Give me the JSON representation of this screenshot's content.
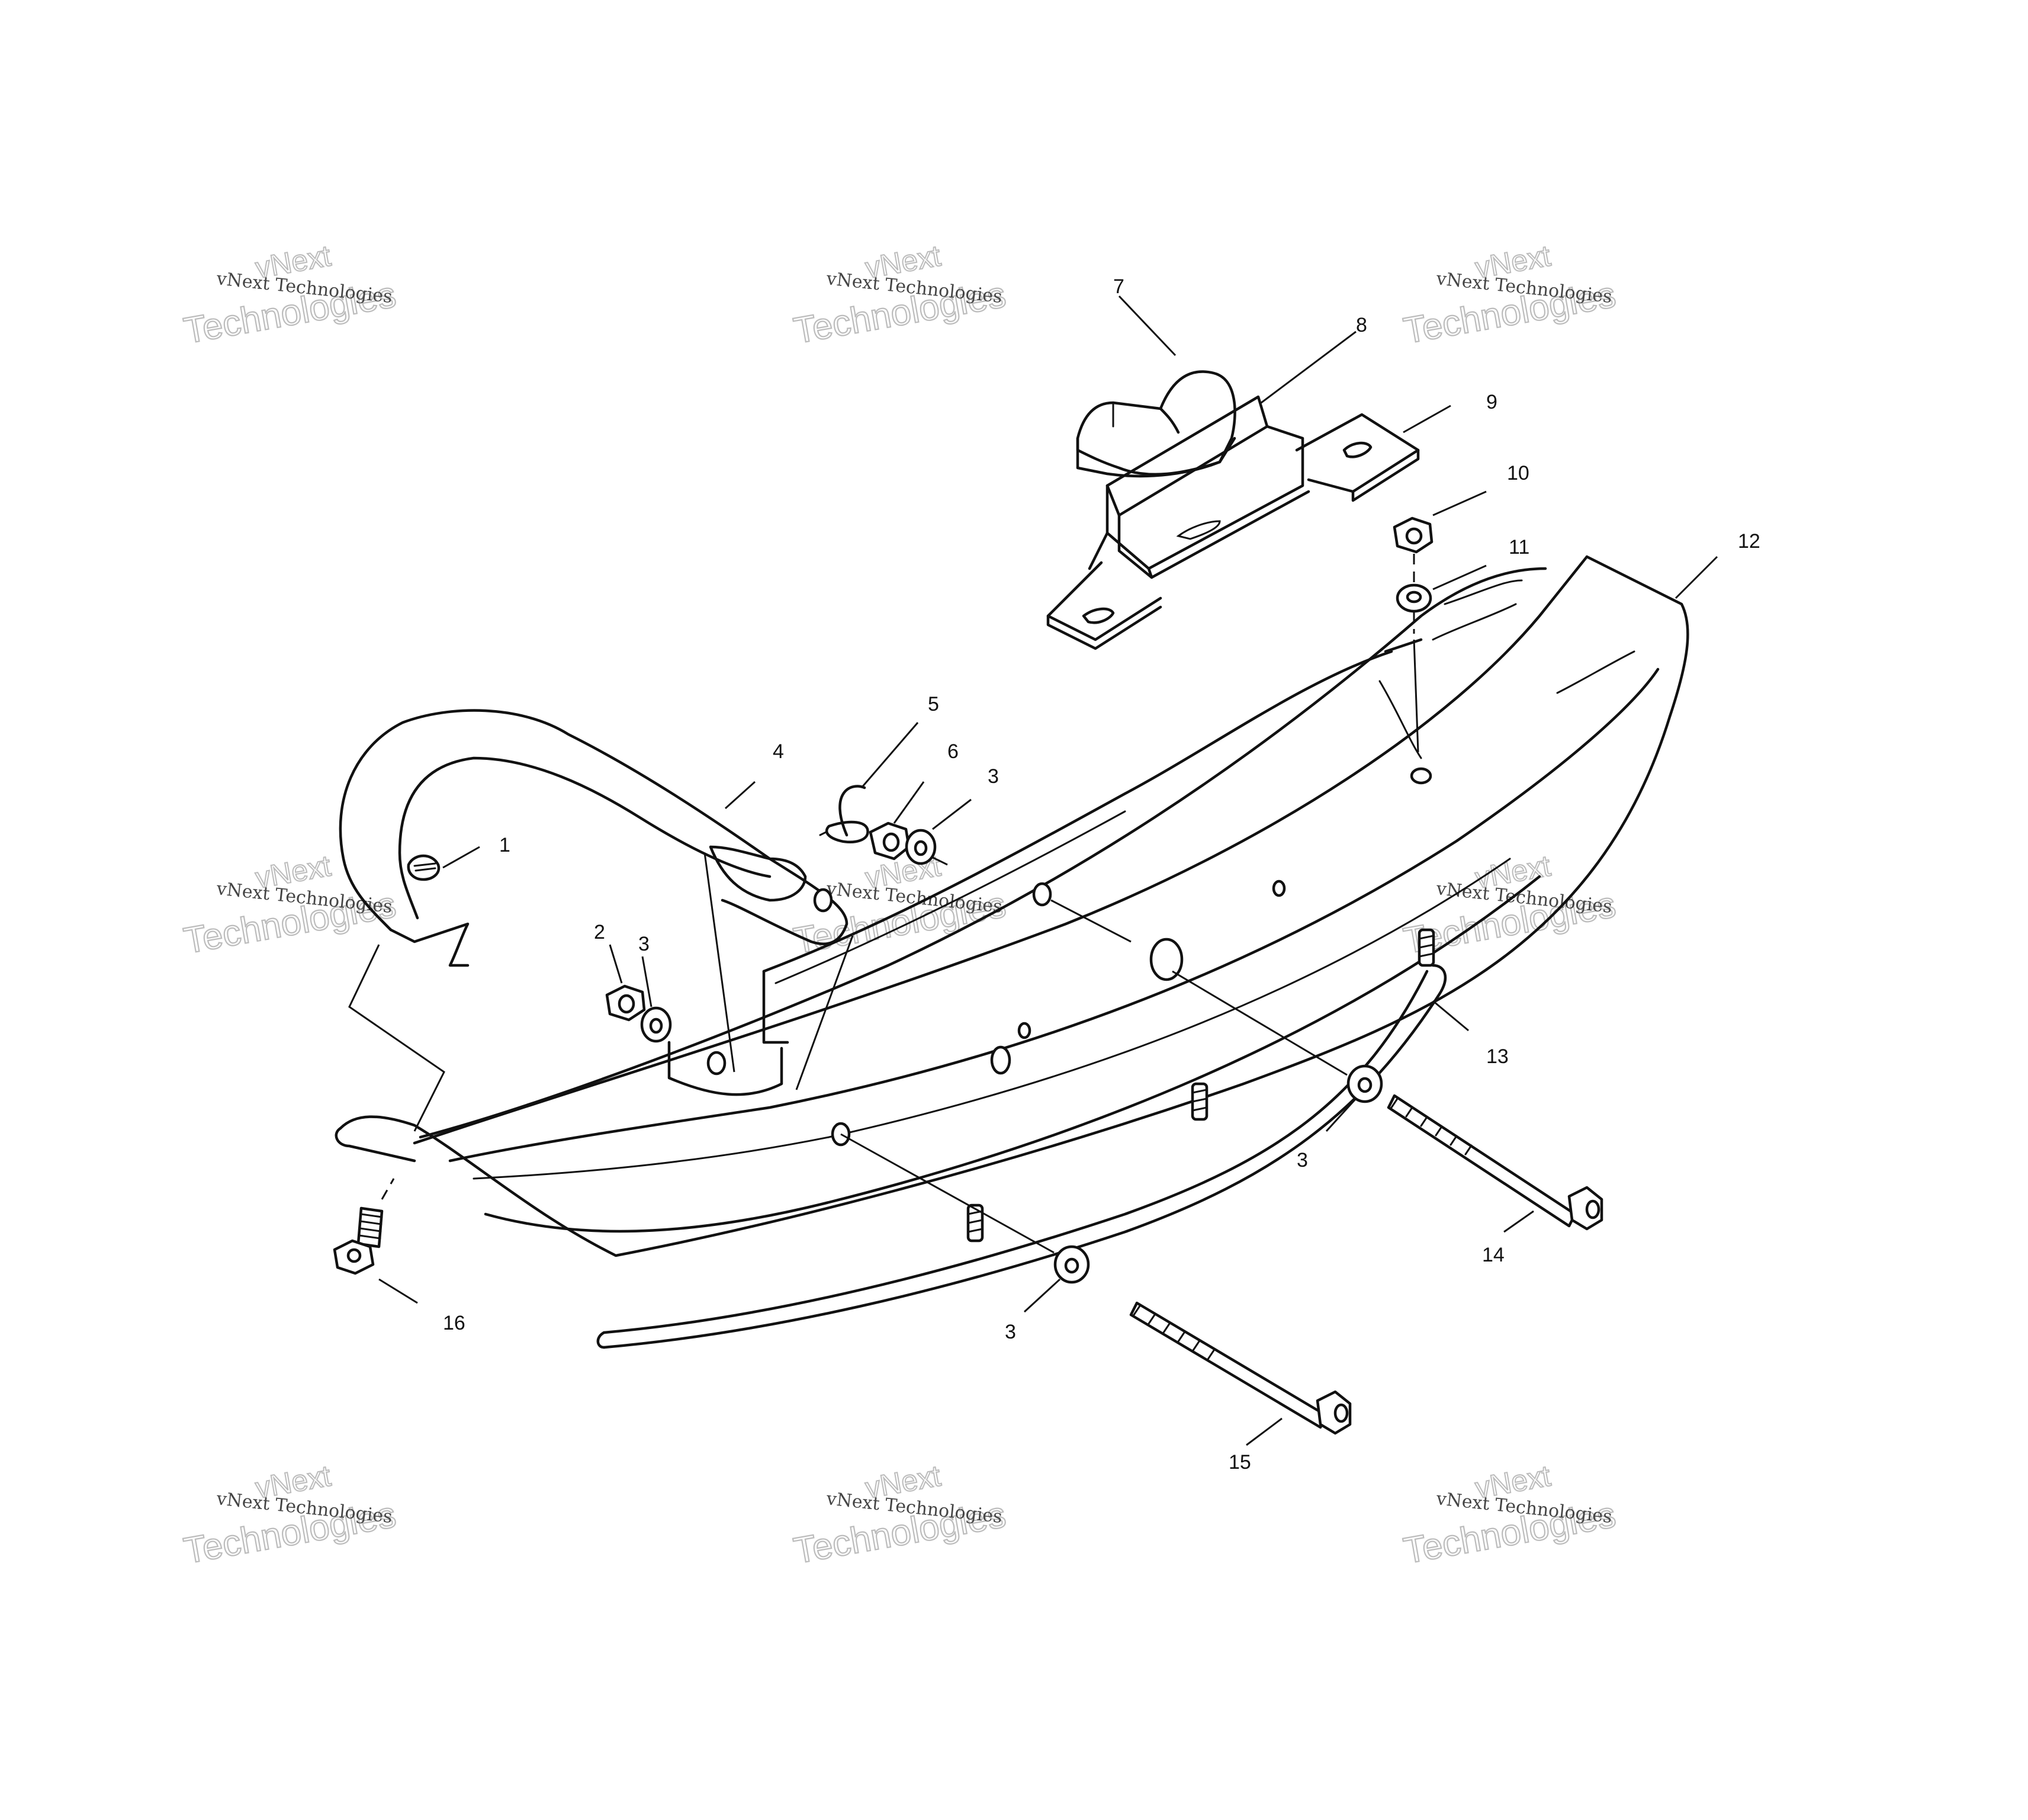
{
  "watermark": {
    "line1": "vNext Technologies",
    "line2": "Technologies",
    "line3": "vNext"
  },
  "callouts": {
    "c1": "1",
    "c2": "2",
    "c3a": "3",
    "c3b": "3",
    "c3c": "3",
    "c3d": "3",
    "c4": "4",
    "c5": "5",
    "c6": "6",
    "c7": "7",
    "c8": "8",
    "c9": "9",
    "c10": "10",
    "c11": "11",
    "c12": "12",
    "c13": "13",
    "c14": "14",
    "c15": "15",
    "c16": "16"
  }
}
